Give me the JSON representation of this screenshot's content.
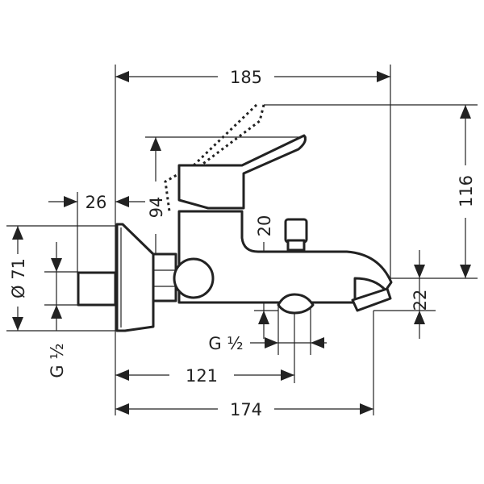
{
  "dimensions": {
    "overall_width": "185",
    "height_total": "116",
    "lever_height": "94",
    "wall_offset": "26",
    "plate_diameter": "Ø 71",
    "inlet_thread": "G ½",
    "spout_gap": "20",
    "spout_height": "22",
    "outlet_thread": "G ½",
    "outlet_distance": "121",
    "spout_reach": "174"
  }
}
